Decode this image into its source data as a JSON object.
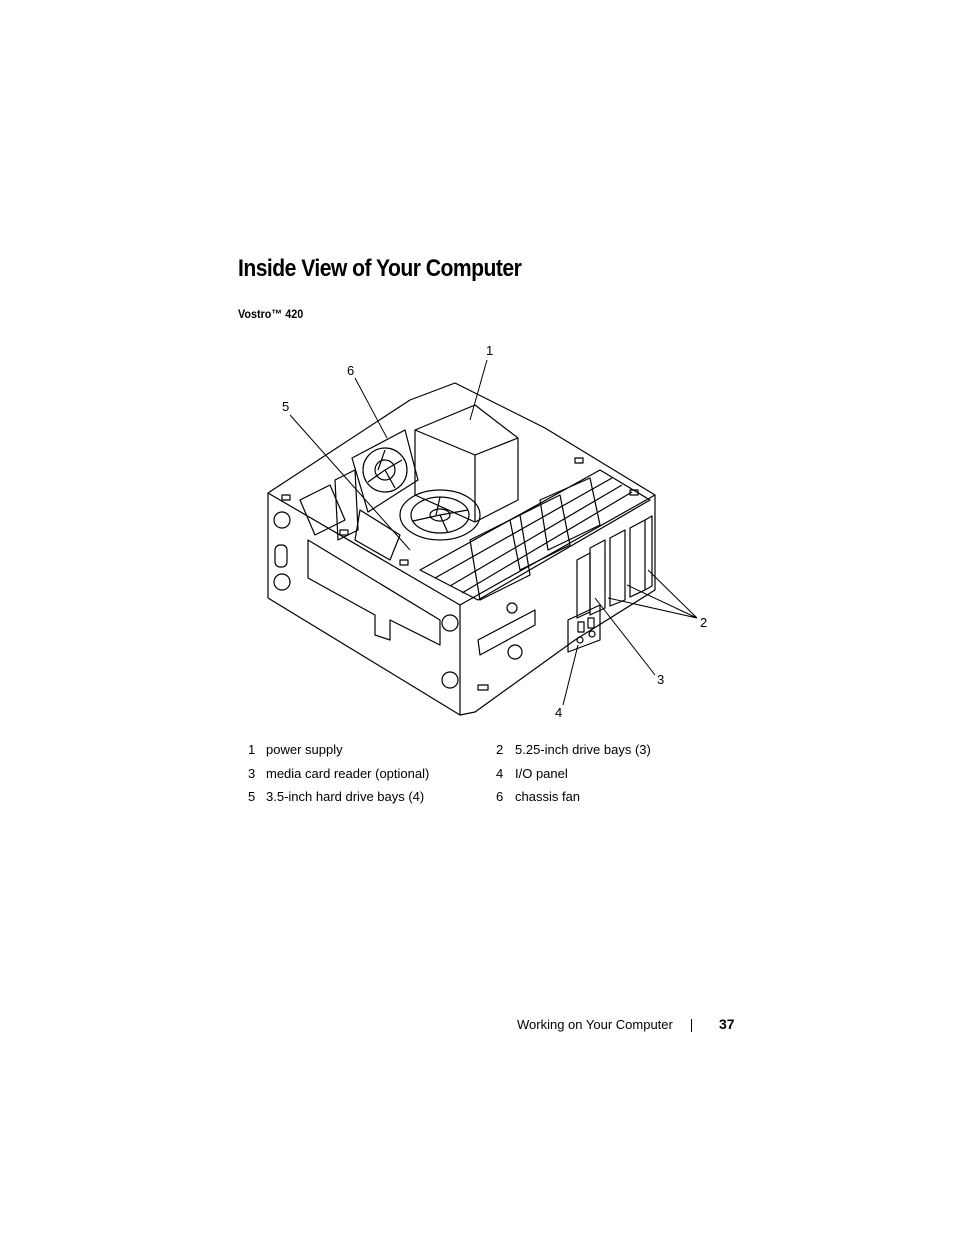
{
  "page": {
    "title": "Inside View of Your Computer",
    "subtitle": "Vostro™ 420"
  },
  "figure": {
    "callouts": [
      "1",
      "2",
      "3",
      "4",
      "5",
      "6"
    ]
  },
  "legend": [
    {
      "num": "1",
      "label": "power supply"
    },
    {
      "num": "2",
      "label": "5.25-inch drive bays (3)"
    },
    {
      "num": "3",
      "label": "media card reader (optional)"
    },
    {
      "num": "4",
      "label": "I/O panel"
    },
    {
      "num": "5",
      "label": "3.5-inch hard drive bays (4)"
    },
    {
      "num": "6",
      "label": "chassis fan"
    }
  ],
  "footer": {
    "section": "Working on Your Computer",
    "page_number": "37"
  }
}
